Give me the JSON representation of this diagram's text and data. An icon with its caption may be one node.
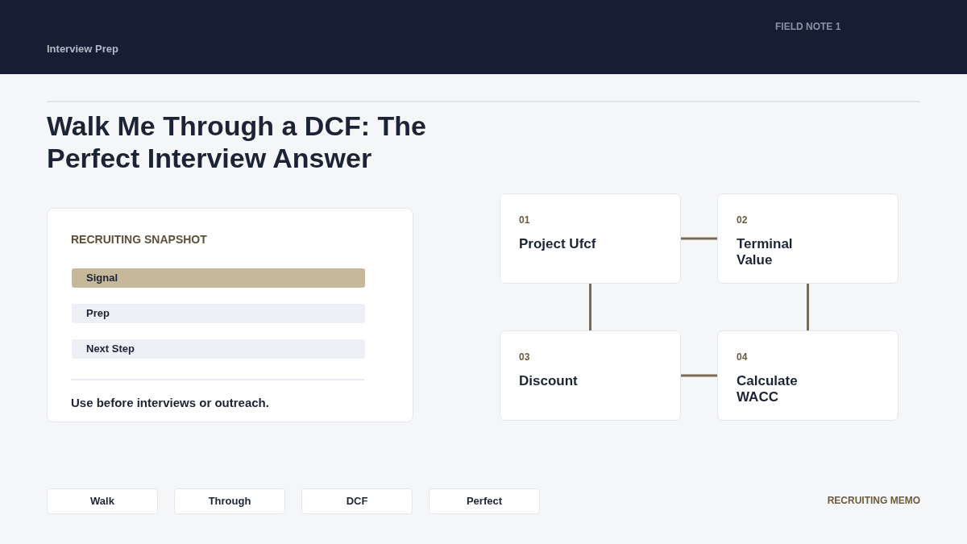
{
  "diagram": {
    "title": "Walk Me Through a DCF: The Perfect Interview Answer",
    "nodes": [
      {
        "text": [
          "RECRUITING SNAPSHOT",
          "Use before interviews or outreach."
        ]
      },
      {
        "text": [
          "Signal"
        ],
        "in": 0
      },
      {
        "text": [
          "Prep"
        ],
        "in": 0
      },
      {
        "text": [
          "Next Step"
        ],
        "in": 0
      },
      {
        "text": [
          "01",
          "Project Ufcf"
        ]
      },
      {
        "text": [
          "02",
          "Terminal Value"
        ]
      },
      {
        "text": [
          "03",
          "Discount"
        ]
      },
      {
        "text": [
          "04",
          "Calculate WACC"
        ]
      },
      {
        "text": [
          "Walk"
        ]
      },
      {
        "text": [
          "Through"
        ]
      },
      {
        "text": [
          "DCF"
        ]
      },
      {
        "text": [
          "Perfect"
        ]
      }
    ],
    "edges": [
      {
        "from": 4,
        "to": 5,
        "arrow": "none"
      },
      {
        "from": 4,
        "to": 6,
        "arrow": "none"
      },
      {
        "from": 5,
        "to": 7,
        "arrow": "none"
      },
      {
        "from": 6,
        "to": 7,
        "arrow": "none"
      }
    ],
    "labels": [
      "Interview Prep",
      "FIELD NOTE 1",
      "RECRUITING MEMO"
    ]
  }
}
